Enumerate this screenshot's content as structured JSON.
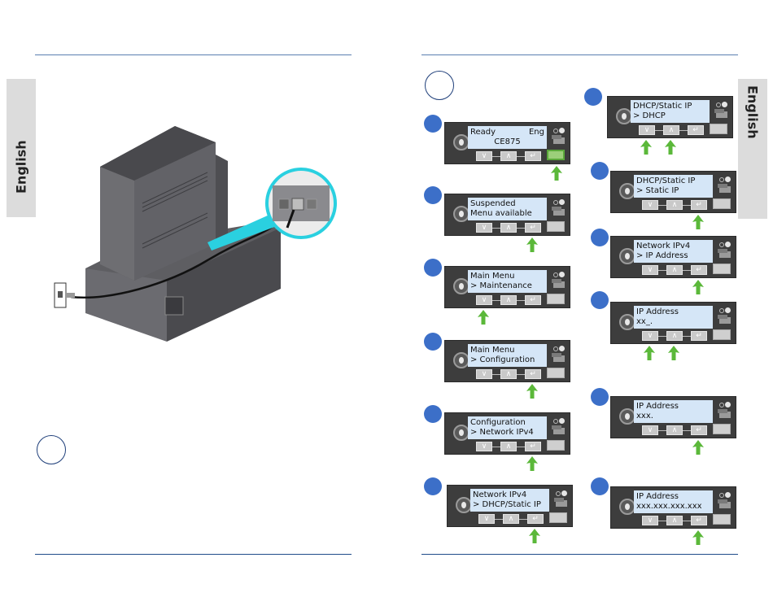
{
  "page": {
    "language_tab_left": "English",
    "language_tab_right": "English"
  },
  "colors": {
    "rule": "#5a7fb0",
    "rule_bottom": "#1f4c8a",
    "step_dot": "#3c6fc8",
    "step_outline": "#1f3f7a",
    "lcd": "#d5e6f7",
    "panel": "#3d3d3d",
    "arrow": "#5bb83a",
    "highlight_circle": "#2ad0e0"
  },
  "left_page": {
    "illustration": "printer-ethernet-connection",
    "step_marker": ""
  },
  "right_page": {
    "step_marker": "",
    "panels": [
      {
        "line1": "Ready",
        "line1_right": "Eng",
        "line2": "CE875",
        "pressed": [
          "square"
        ]
      },
      {
        "line1": "Suspended",
        "line1_right": "",
        "line2": "Menu available",
        "pressed": [
          "enter"
        ]
      },
      {
        "line1": "Main Menu",
        "line1_right": "",
        "line2": "> Maintenance",
        "pressed": [
          "down"
        ]
      },
      {
        "line1": "Main Menu",
        "line1_right": "",
        "line2": "> Configuration",
        "pressed": [
          "enter"
        ]
      },
      {
        "line1": "Configuration",
        "line1_right": "",
        "line2": "> Network IPv4",
        "pressed": [
          "enter"
        ]
      },
      {
        "line1": "Network IPv4",
        "line1_right": "",
        "line2": "> DHCP/Static IP",
        "pressed": [
          "enter"
        ]
      },
      {
        "line1": "DHCP/Static IP",
        "line1_right": "",
        "line2": "> DHCP",
        "pressed": [
          "down",
          "up"
        ]
      },
      {
        "line1": "DHCP/Static IP",
        "line1_right": "",
        "line2": "> Static IP",
        "pressed": [
          "enter"
        ]
      },
      {
        "line1": "Network IPv4",
        "line1_right": "",
        "line2": "> IP Address",
        "pressed": [
          "enter"
        ]
      },
      {
        "line1": "IP Address",
        "line1_right": "",
        "line2": "xx_.",
        "pressed": [
          "down",
          "up"
        ]
      },
      {
        "line1": "IP Address",
        "line1_right": "",
        "line2": "xxx.",
        "pressed": [
          "enter"
        ]
      },
      {
        "line1": "IP Address",
        "line1_right": "",
        "line2": "xxx.xxx.xxx.xxx",
        "pressed": [
          "enter"
        ]
      }
    ],
    "button_glyphs": {
      "down": "∨",
      "up": "∧",
      "enter": "↵"
    }
  }
}
